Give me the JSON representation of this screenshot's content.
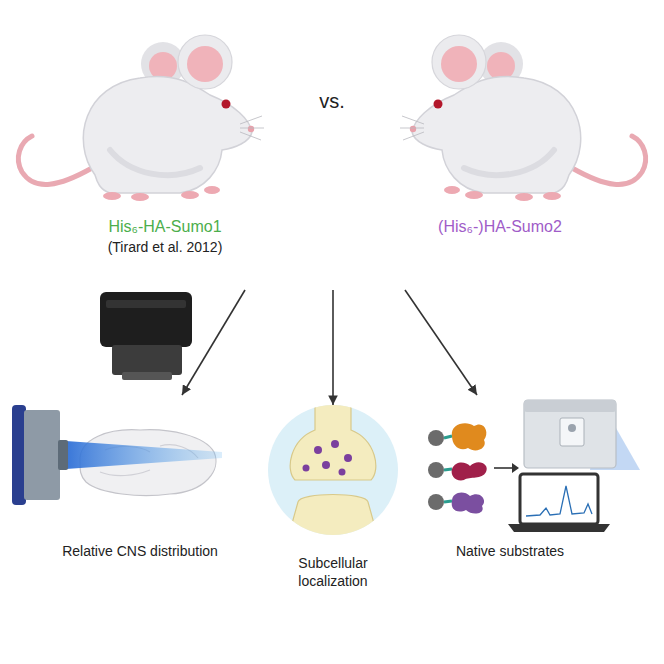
{
  "diagram": {
    "nodes": [
      {
        "text": [
          "vs."
        ]
      },
      {
        "text": [
          "His₆-HA-Sumo1",
          "(Tirard et al. 2012)"
        ],
        "in": 0
      },
      {
        "text": [
          "(His₆-)HA-Sumo2"
        ],
        "in": 0
      },
      {
        "text": [
          "Relative CNS distribution"
        ]
      },
      {
        "text": [
          "Subcellular localization"
        ]
      },
      {
        "text": [
          "Native substrates"
        ]
      }
    ],
    "edges": [
      {
        "from": 0,
        "to": 3,
        "arrow": "to"
      },
      {
        "from": 0,
        "to": 4,
        "arrow": "to"
      },
      {
        "from": 0,
        "to": 5,
        "arrow": "to"
      }
    ]
  }
}
